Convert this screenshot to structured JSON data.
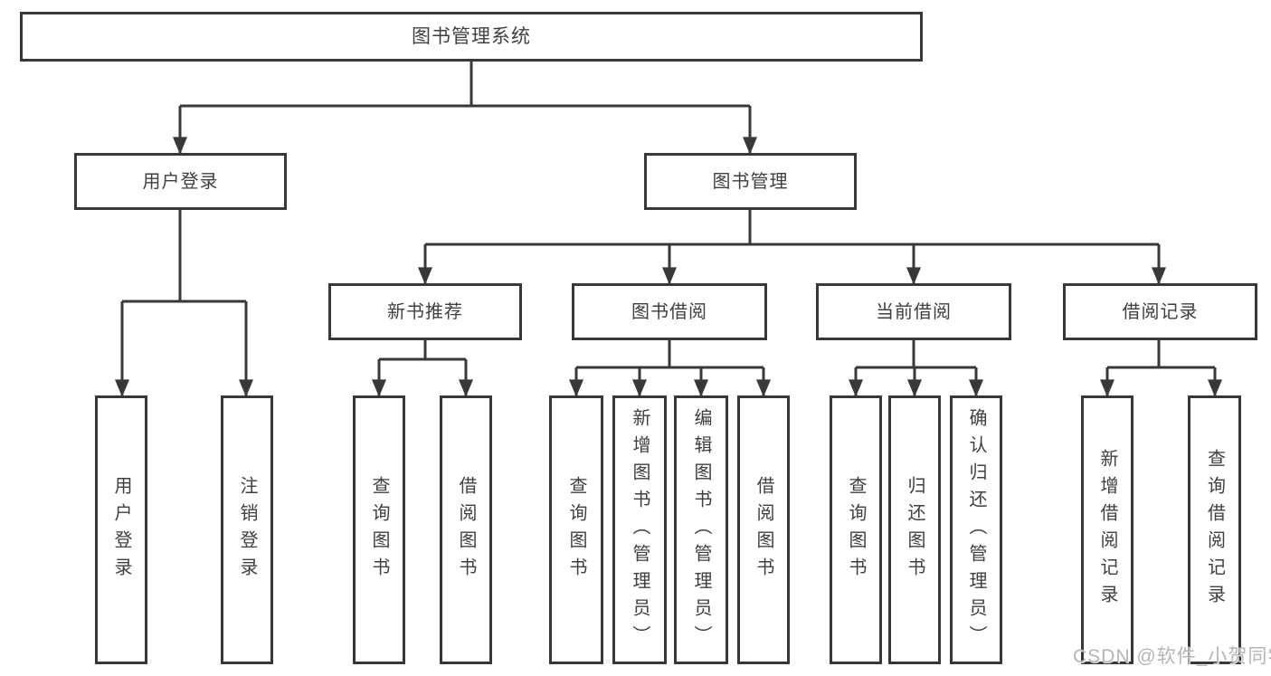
{
  "colors": {
    "line": "#383838",
    "text": "#3f3f3f",
    "watermark_text": "#b5b5b5"
  },
  "watermark": {
    "text": "CSDN @软件_小贺同学"
  },
  "tree": {
    "root": {
      "label": "图书管理系统",
      "children": [
        {
          "label": "用户登录",
          "children": [
            {
              "label": "用户登录"
            },
            {
              "label": "注销登录"
            }
          ]
        },
        {
          "label": "图书管理",
          "children": [
            {
              "label": "新书推荐",
              "children": [
                {
                  "label": "查询图书"
                },
                {
                  "label": "借阅图书"
                }
              ]
            },
            {
              "label": "图书借阅",
              "children": [
                {
                  "label": "查询图书"
                },
                {
                  "label": "新增图书（管理员）"
                },
                {
                  "label": "编辑图书（管理员）"
                },
                {
                  "label": "借阅图书"
                }
              ]
            },
            {
              "label": "当前借阅",
              "children": [
                {
                  "label": "查询图书"
                },
                {
                  "label": "归还图书"
                },
                {
                  "label": "确认归还（管理员）"
                }
              ]
            },
            {
              "label": "借阅记录",
              "children": [
                {
                  "label": "新增借阅记录"
                },
                {
                  "label": "查询借阅记录"
                }
              ]
            }
          ]
        }
      ]
    }
  }
}
